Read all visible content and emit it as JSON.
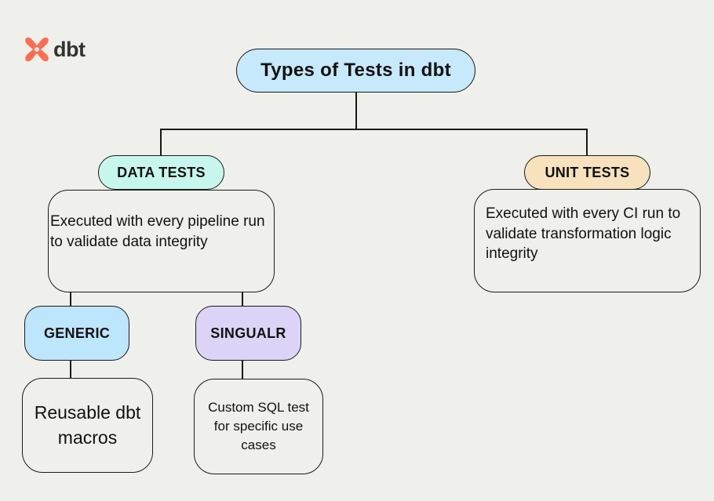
{
  "logo": {
    "text": "dbt",
    "accent_color": "#fe6d4f"
  },
  "title": "Types of Tests in dbt",
  "data_tests": {
    "label": "DATA TESTS",
    "description": "Executed with every pipeline run to validate data integrity",
    "color": "#c7f7ec"
  },
  "unit_tests": {
    "label": "UNIT TESTS",
    "description": "Executed with every CI run to validate transformation logic integrity",
    "color": "#f7e2bd"
  },
  "generic": {
    "label": "GENERIC",
    "description": "Reusable dbt macros",
    "color": "#bde5fb"
  },
  "singular": {
    "label": "SINGUALR",
    "description": "Custom SQL test for specific use cases",
    "color": "#ddd3f7"
  },
  "title_color": "#c6e9fb"
}
